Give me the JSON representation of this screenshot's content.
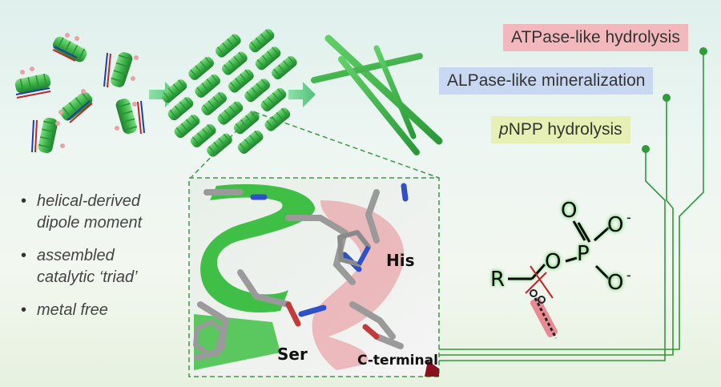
{
  "labels": {
    "atpase": "ATPase-like hydrolysis",
    "alpase": "ALPase-like mineralization",
    "pnpp_italic": "p",
    "pnpp_rest": "NPP hydrolysis"
  },
  "bullets": [
    {
      "text": "helical-derived\ndipole moment"
    },
    {
      "text": "assembled\ncatalytic ‘triad’"
    },
    {
      "text": "metal free"
    }
  ],
  "residues": {
    "his": "His",
    "ser": "Ser",
    "cterminal": "C-terminal"
  },
  "molecule": {
    "r": "R",
    "o_bridge": "O",
    "p": "P",
    "o_top": "O",
    "o_right": "O",
    "o_bottom": "O",
    "charge": "-"
  },
  "colors": {
    "atpase_bg": "#f2b8bb",
    "alpase_bg": "#c9d8f2",
    "pnpp_bg": "#e6efb4",
    "connector": "#2f9a3a",
    "helix": "#3fbf45"
  }
}
